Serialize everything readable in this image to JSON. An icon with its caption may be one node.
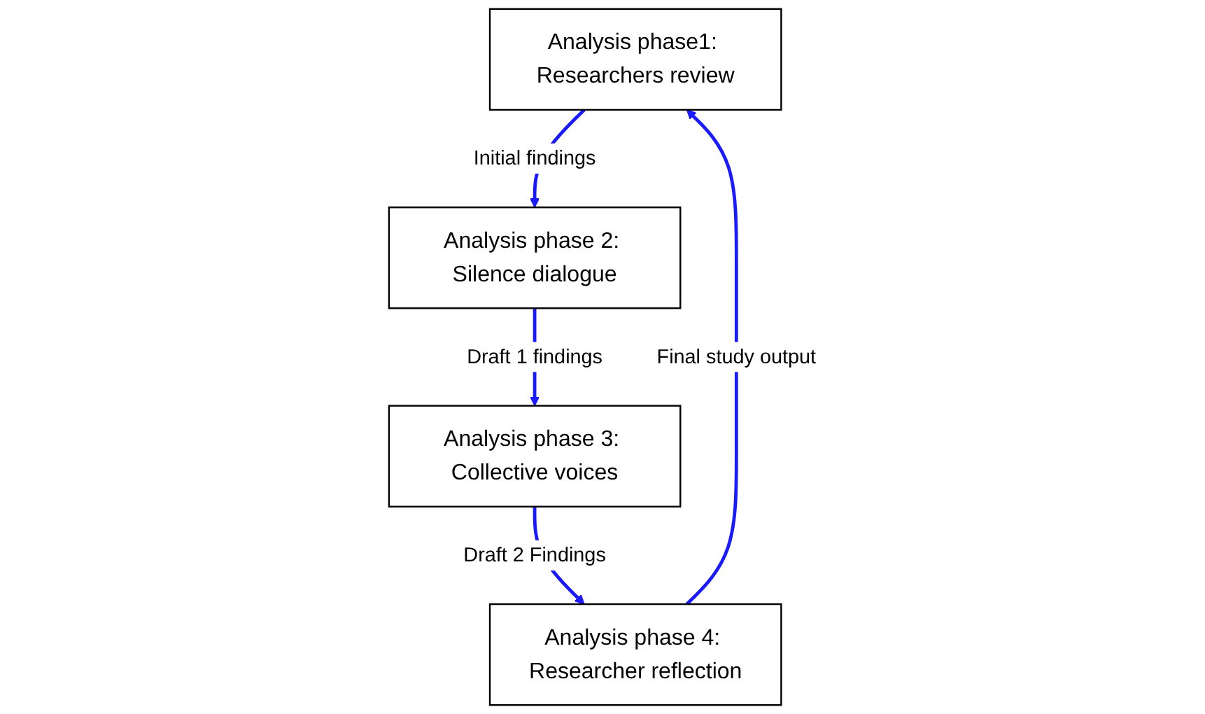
{
  "diagram": {
    "nodes": [
      {
        "text": [
          "Analysis phase1: Researchers review"
        ]
      },
      {
        "text": [
          "Analysis phase 2: Silence dialogue"
        ]
      },
      {
        "text": [
          "Analysis phase 3: Collective voices"
        ]
      },
      {
        "text": [
          "Analysis phase 4: Researcher reflection"
        ]
      }
    ],
    "edges": [
      {
        "from": 0,
        "to": 1,
        "arrow": "to",
        "label": "Initial findings"
      },
      {
        "from": 1,
        "to": 2,
        "arrow": "to",
        "label": "Draft 1 findings"
      },
      {
        "from": 2,
        "to": 3,
        "arrow": "to",
        "label": "Draft 2 Findings"
      },
      {
        "from": 3,
        "to": 0,
        "arrow": "to",
        "label": "Final study output"
      }
    ]
  }
}
